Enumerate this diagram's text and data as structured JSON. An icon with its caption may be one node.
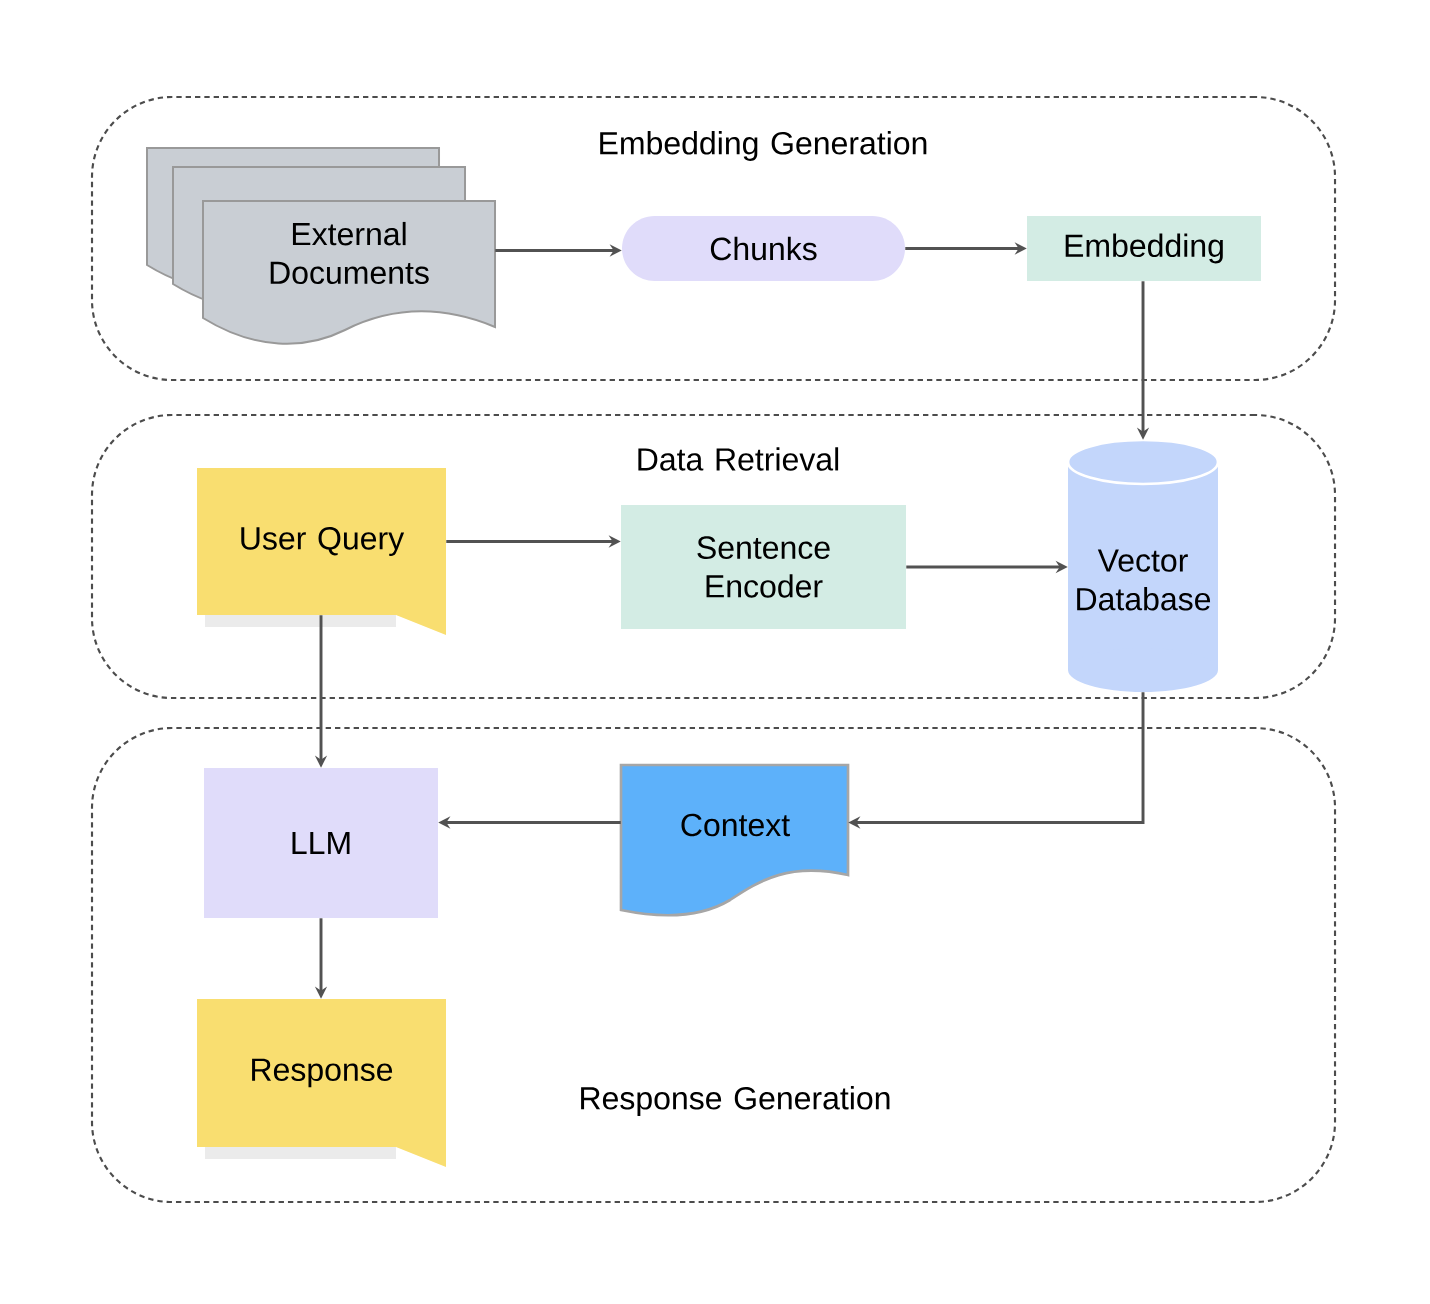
{
  "diagram": {
    "nodes": [
      {
        "text": [
          "Embedding Generation"
        ]
      },
      {
        "text": [
          "External Documents"
        ],
        "in": 0
      },
      {
        "text": [
          "Chunks"
        ],
        "in": 0
      },
      {
        "text": [
          "Embedding"
        ],
        "in": 0
      },
      {
        "text": [
          "Data Retrieval"
        ]
      },
      {
        "text": [
          "User Query"
        ],
        "in": 4
      },
      {
        "text": [
          "Sentence Encoder"
        ],
        "in": 4
      },
      {
        "text": [
          "Vector Database"
        ],
        "in": 4
      },
      {
        "text": [
          "Response Generation"
        ]
      },
      {
        "text": [
          "LLM"
        ],
        "in": 8
      },
      {
        "text": [
          "Context"
        ],
        "in": 8
      },
      {
        "text": [
          "Response"
        ],
        "in": 8
      }
    ],
    "edges": [
      {
        "from": 1,
        "to": 2,
        "arrow": "to"
      },
      {
        "from": 2,
        "to": 3,
        "arrow": "to"
      },
      {
        "from": 3,
        "to": 7,
        "arrow": "to"
      },
      {
        "from": 5,
        "to": 6,
        "arrow": "to"
      },
      {
        "from": 6,
        "to": 7,
        "arrow": "to"
      },
      {
        "from": 5,
        "to": 9,
        "arrow": "to"
      },
      {
        "from": 7,
        "to": 10,
        "arrow": "to"
      },
      {
        "from": 10,
        "to": 9,
        "arrow": "to"
      },
      {
        "from": 9,
        "to": 11,
        "arrow": "to"
      }
    ]
  }
}
